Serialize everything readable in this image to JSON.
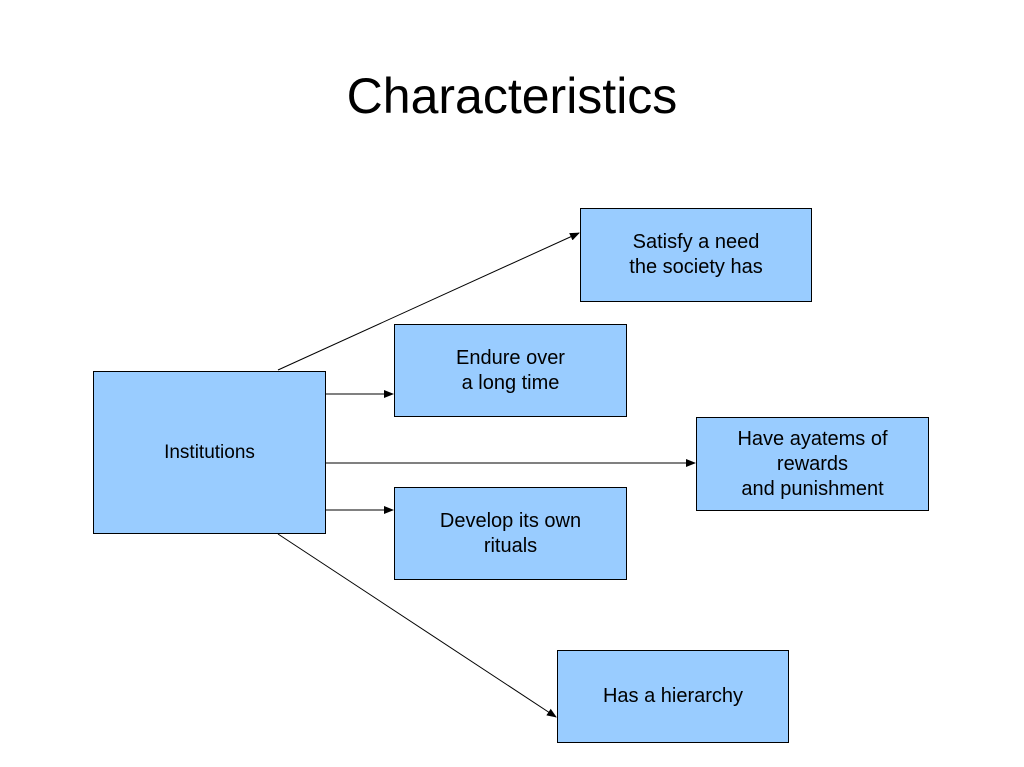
{
  "title": "Characteristics",
  "colors": {
    "box_fill": "#99ccff",
    "box_border": "#000000",
    "line": "#000000",
    "background": "#ffffff"
  },
  "diagram": {
    "source": {
      "label": "Institutions"
    },
    "targets": [
      {
        "id": "satisfy",
        "label": "Satisfy  a need\n the society has"
      },
      {
        "id": "endure",
        "label": "Endure over\n a long time"
      },
      {
        "id": "systems",
        "label": "Have ayatems  of\nrewards\n and punishment"
      },
      {
        "id": "rituals",
        "label": "Develop its own\nrituals"
      },
      {
        "id": "hierarchy",
        "label": "Has a hierarchy"
      }
    ]
  }
}
